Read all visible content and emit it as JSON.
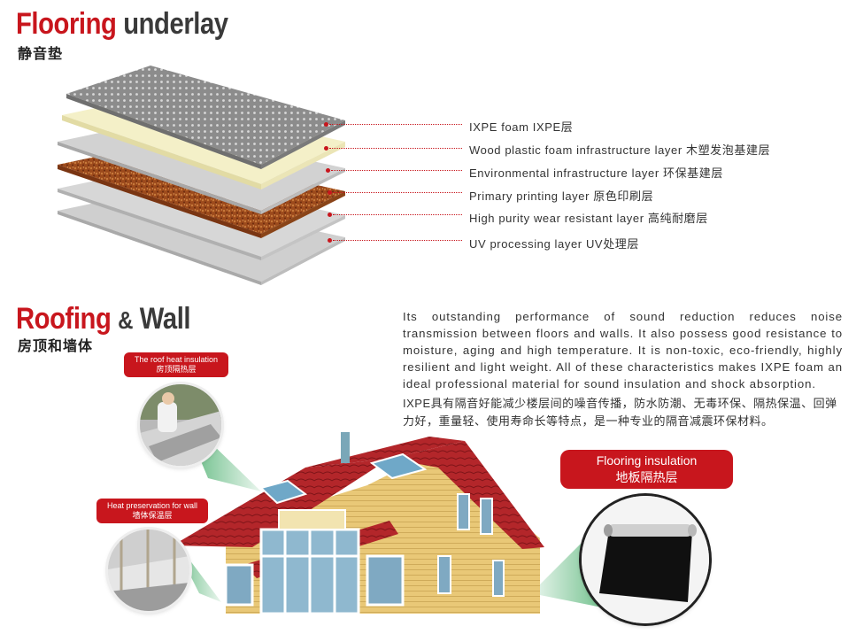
{
  "flooring": {
    "title_red": "Flooring",
    "title_dark": "underlay",
    "subtitle": "静音垫",
    "layers": [
      "IXPE foam IXPE层",
      "Wood plastic foam infrastructure layer 木塑发泡基建层",
      "Environmental infrastructure layer 环保基建层",
      "Primary printing layer 原色印刷层",
      "High purity wear resistant layer 高纯耐磨层",
      "UV processing layer UV处理层"
    ]
  },
  "roofing": {
    "title_red": "Roofing",
    "title_amp": "&",
    "title_dark": "Wall",
    "subtitle": "房顶和墙体",
    "paragraph_en": "Its outstanding performance of sound reduction reduces noise transmission between floors and walls. It also possess good resistance to moisture, aging and high temperature. It is non-toxic, eco-friendly, highly resilient and light weight. All of these characteristics makes IXPE foam an ideal professional material for sound insulation and shock absorption.",
    "paragraph_cn": "IXPE具有隔音好能减少楼层间的噪音传播，防水防潮、无毒环保、隔热保温、回弹力好，重量轻、使用寿命长等特点，是一种专业的隔音减震环保材料。",
    "roof_tag_en": "The roof heat insulation",
    "roof_tag_cn": "房顶隔热层",
    "wall_tag_en": "Heat preservation for wall",
    "wall_tag_cn": "墙体保温层",
    "floor_tag_en": "Flooring insulation",
    "floor_tag_cn": "地板隔热层"
  },
  "colors": {
    "accent": "#c8161d",
    "green": "#3aa860",
    "roof": "#b3262a"
  }
}
